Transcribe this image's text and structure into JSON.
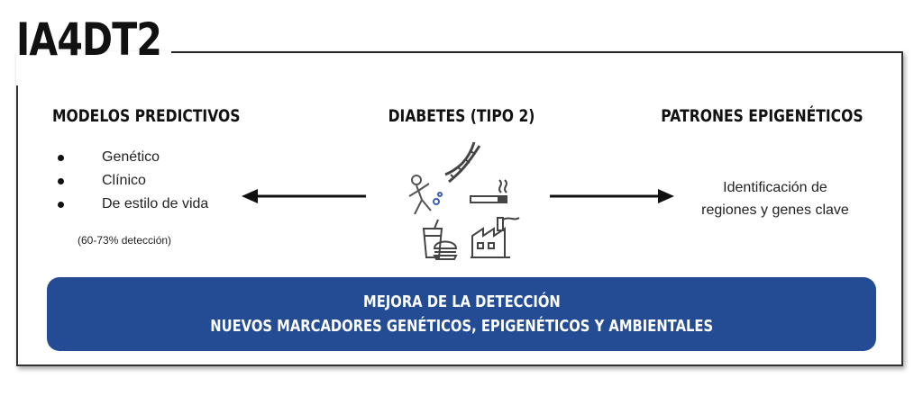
{
  "header": {
    "logo_text": "IA4DT2"
  },
  "left": {
    "heading": "MODELOS PREDICTIVOS",
    "items": [
      "Genético",
      "Clínico",
      "De estilo de vida"
    ],
    "note": "(60-73% detección)"
  },
  "center": {
    "heading": "DIABETES (TIPO 2)",
    "icons": [
      "dna-icon",
      "exercise-person-icon",
      "cigarette-icon",
      "fast-food-icon",
      "factory-icon"
    ]
  },
  "right": {
    "heading": "PATRONES EPIGENÉTICOS",
    "text_lines": [
      "Identificación de",
      "regiones y genes clave"
    ]
  },
  "banner": {
    "line1": "MEJORA DE LA DETECCIÓN",
    "line2": "NUEVOS MARCADORES GENÉTICOS, EPIGENÉTICOS Y AMBIENTALES"
  },
  "colors": {
    "banner": "#234c94",
    "banner_text": "#ffffff",
    "ink": "#111111"
  }
}
